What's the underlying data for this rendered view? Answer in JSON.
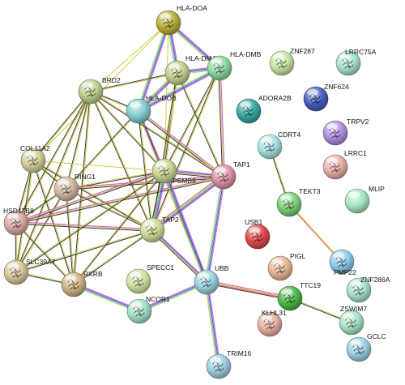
{
  "network": {
    "nodes": [
      {
        "id": "HLA-DOA",
        "label": "HLA-DOA",
        "color": "#b9ad3c",
        "glyph": true
      },
      {
        "id": "HLA-DMA",
        "label": "HLA-DMA",
        "color": "#c3cf8f",
        "glyph": true
      },
      {
        "id": "HLA-DMB",
        "label": "HLA-DMB",
        "color": "#8fd8a2",
        "glyph": true
      },
      {
        "id": "BRD2",
        "label": "BRD2",
        "color": "#b8d08e",
        "glyph": true
      },
      {
        "id": "HLA-DOB",
        "label": "HLA-DOB",
        "color": "#84ccd0",
        "glyph": false
      },
      {
        "id": "COL11A2",
        "label": "COL11A2",
        "color": "#d4cf9a",
        "glyph": true
      },
      {
        "id": "RING1",
        "label": "RING1",
        "color": "#d3b8a4",
        "glyph": true
      },
      {
        "id": "PSMB8",
        "label": "PSMB8",
        "color": "#c8d694",
        "glyph": true
      },
      {
        "id": "TAP1",
        "label": "TAP1",
        "color": "#df93a5",
        "glyph": true
      },
      {
        "id": "HSD17B8",
        "label": "HSD17B8",
        "color": "#dba9a5",
        "glyph": true
      },
      {
        "id": "TAP2",
        "label": "TAP2",
        "color": "#cfdc97",
        "glyph": true
      },
      {
        "id": "SLC39A7",
        "label": "SLC39A7",
        "color": "#d7c79a",
        "glyph": true
      },
      {
        "id": "RXRB",
        "label": "RXRB",
        "color": "#d0b487",
        "glyph": true
      },
      {
        "id": "SPECC1",
        "label": "SPECC1",
        "color": "#cfe4a3",
        "glyph": true
      },
      {
        "id": "UBB",
        "label": "UBB",
        "color": "#9ad3de",
        "glyph": true
      },
      {
        "id": "NCOR1",
        "label": "NCOR1",
        "color": "#a4e0c5",
        "glyph": true
      },
      {
        "id": "TRIM16",
        "label": "TRIM16",
        "color": "#9ecfe0",
        "glyph": true
      },
      {
        "id": "ZNF287",
        "label": "ZNF287",
        "color": "#c5e6a5",
        "glyph": true
      },
      {
        "id": "LRRC75A",
        "label": "LRRC75A",
        "color": "#a7e4c8",
        "glyph": true
      },
      {
        "id": "ZNF624",
        "label": "ZNF624",
        "color": "#4a5fc0",
        "glyph": true
      },
      {
        "id": "ADORA2B",
        "label": "ADORA2B",
        "color": "#38a8a0",
        "glyph": true
      },
      {
        "id": "TRPV2",
        "label": "TRPV2",
        "color": "#b090e0",
        "glyph": true
      },
      {
        "id": "CDRT4",
        "label": "CDRT4",
        "color": "#a8e0e0",
        "glyph": true
      },
      {
        "id": "LRRC1",
        "label": "LRRC1",
        "color": "#e6b0a8",
        "glyph": true
      },
      {
        "id": "TEKT3",
        "label": "TEKT3",
        "color": "#7ed07a",
        "glyph": true
      },
      {
        "id": "MLIP",
        "label": "MLIP",
        "color": "#a6e6c2",
        "glyph": false
      },
      {
        "id": "USB1",
        "label": "USB1",
        "color": "#e0484c",
        "glyph": true
      },
      {
        "id": "PIGL",
        "label": "PIGL",
        "color": "#e6b896",
        "glyph": true
      },
      {
        "id": "PMP22",
        "label": "PMP22",
        "color": "#8ec8ea",
        "glyph": true
      },
      {
        "id": "TTC19",
        "label": "TTC19",
        "color": "#4cb848",
        "glyph": true
      },
      {
        "id": "ZNF286A",
        "label": "ZNF286A",
        "color": "#a8e0cc",
        "glyph": true
      },
      {
        "id": "KLHL31",
        "label": "KLHL31",
        "color": "#e6b0a2",
        "glyph": true
      },
      {
        "id": "ZSWIM7",
        "label": "ZSWIM7",
        "color": "#a8e2c4",
        "glyph": true
      },
      {
        "id": "GCLC",
        "label": "GCLC",
        "color": "#9ed0e4",
        "glyph": true
      }
    ],
    "edges": [
      {
        "source": "HLA-DOA",
        "target": "HLA-DMA",
        "colors": [
          "#d13fd1",
          "#3434d0",
          "#2ab1b1",
          "#c7c736"
        ]
      },
      {
        "source": "HLA-DOA",
        "target": "HLA-DMB",
        "colors": [
          "#d13fd1",
          "#3434d0",
          "#2ab1b1",
          "#c7c736"
        ]
      },
      {
        "source": "HLA-DOA",
        "target": "HLA-DOB",
        "colors": [
          "#d13fd1",
          "#3434d0",
          "#2ab1b1",
          "#c7c736"
        ]
      },
      {
        "source": "HLA-DOA",
        "target": "BRD2",
        "colors": [
          "#c7c736"
        ]
      },
      {
        "source": "HLA-DOA",
        "target": "PSMB8",
        "colors": [
          "#c7c736"
        ]
      },
      {
        "source": "HLA-DOA",
        "target": "COL11A2",
        "colors": [
          "#c7c736"
        ]
      },
      {
        "source": "HLA-DMA",
        "target": "HLA-DMB",
        "colors": [
          "#d13fd1",
          "#3434d0",
          "#2ab1b1",
          "#c7c736"
        ]
      },
      {
        "source": "HLA-DMA",
        "target": "HLA-DOB",
        "colors": [
          "#d13fd1",
          "#3434d0",
          "#2ab1b1",
          "#c7c736"
        ]
      },
      {
        "source": "HLA-DMA",
        "target": "BRD2",
        "colors": [
          "#c7c736",
          "#222222"
        ]
      },
      {
        "source": "HLA-DMA",
        "target": "PSMB8",
        "colors": [
          "#c7c736",
          "#222222"
        ]
      },
      {
        "source": "HLA-DMA",
        "target": "TAP1",
        "colors": [
          "#c7c736",
          "#222222"
        ]
      },
      {
        "source": "HLA-DMA",
        "target": "TAP2",
        "colors": [
          "#c7c736",
          "#222222"
        ]
      },
      {
        "source": "HLA-DMB",
        "target": "HLA-DOB",
        "colors": [
          "#d13fd1",
          "#3434d0",
          "#2ab1b1",
          "#c7c736"
        ]
      },
      {
        "source": "HLA-DMB",
        "target": "PSMB8",
        "colors": [
          "#c7c736",
          "#222222"
        ]
      },
      {
        "source": "HLA-DMB",
        "target": "TAP1",
        "colors": [
          "#d13fd1",
          "#c7c736",
          "#222222"
        ]
      },
      {
        "source": "HLA-DMB",
        "target": "TAP2",
        "colors": [
          "#c7c736",
          "#222222"
        ]
      },
      {
        "source": "HLA-DOB",
        "target": "BRD2",
        "colors": [
          "#c7c736",
          "#222222"
        ]
      },
      {
        "source": "HLA-DOB",
        "target": "PSMB8",
        "colors": [
          "#c7c736",
          "#222222"
        ]
      },
      {
        "source": "HLA-DOB",
        "target": "TAP1",
        "colors": [
          "#d13fd1",
          "#c7c736",
          "#222222"
        ]
      },
      {
        "source": "HLA-DOB",
        "target": "TAP2",
        "colors": [
          "#c7c736",
          "#222222"
        ]
      },
      {
        "source": "HLA-DOB",
        "target": "RING1",
        "colors": [
          "#c7c736",
          "#222222"
        ]
      },
      {
        "source": "HLA-DOB",
        "target": "UBB",
        "colors": [
          "#d13fd1",
          "#3434d0",
          "#c7c736"
        ]
      },
      {
        "source": "BRD2",
        "target": "COL11A2",
        "colors": [
          "#c7c736",
          "#222222"
        ]
      },
      {
        "source": "BRD2",
        "target": "RING1",
        "colors": [
          "#c7c736",
          "#222222"
        ]
      },
      {
        "source": "BRD2",
        "target": "HSD17B8",
        "colors": [
          "#c7c736",
          "#222222"
        ]
      },
      {
        "source": "BRD2",
        "target": "PSMB8",
        "colors": [
          "#c7c736",
          "#222222"
        ]
      },
      {
        "source": "BRD2",
        "target": "TAP1",
        "colors": [
          "#c7c736",
          "#222222"
        ]
      },
      {
        "source": "BRD2",
        "target": "TAP2",
        "colors": [
          "#c7c736",
          "#222222"
        ]
      },
      {
        "source": "BRD2",
        "target": "RXRB",
        "colors": [
          "#c7c736",
          "#222222"
        ]
      },
      {
        "source": "BRD2",
        "target": "SLC39A7",
        "colors": [
          "#c7c736",
          "#222222"
        ]
      },
      {
        "source": "COL11A2",
        "target": "RING1",
        "colors": [
          "#c7c736",
          "#222222"
        ]
      },
      {
        "source": "COL11A2",
        "target": "HSD17B8",
        "colors": [
          "#c7c736",
          "#222222"
        ]
      },
      {
        "source": "COL11A2",
        "target": "SLC39A7",
        "colors": [
          "#c7c736",
          "#222222"
        ]
      },
      {
        "source": "COL11A2",
        "target": "RXRB",
        "colors": [
          "#c7c736",
          "#222222"
        ]
      },
      {
        "source": "COL11A2",
        "target": "PSMB8",
        "colors": [
          "#c7c736"
        ]
      },
      {
        "source": "COL11A2",
        "target": "TAP2",
        "colors": [
          "#c7c736",
          "#222222"
        ]
      },
      {
        "source": "RING1",
        "target": "HSD17B8",
        "colors": [
          "#c7c736",
          "#222222"
        ]
      },
      {
        "source": "RING1",
        "target": "SLC39A7",
        "colors": [
          "#c7c736",
          "#222222"
        ]
      },
      {
        "source": "RING1",
        "target": "RXRB",
        "colors": [
          "#c7c736",
          "#222222"
        ]
      },
      {
        "source": "RING1",
        "target": "PSMB8",
        "colors": [
          "#c7c736",
          "#222222"
        ]
      },
      {
        "source": "RING1",
        "target": "TAP1",
        "colors": [
          "#d13fd1",
          "#c7c736",
          "#222222"
        ]
      },
      {
        "source": "RING1",
        "target": "TAP2",
        "colors": [
          "#c7c736",
          "#222222"
        ]
      },
      {
        "source": "HSD17B8",
        "target": "SLC39A7",
        "colors": [
          "#c7c736",
          "#222222"
        ]
      },
      {
        "source": "HSD17B8",
        "target": "RXRB",
        "colors": [
          "#c7c736",
          "#222222"
        ]
      },
      {
        "source": "HSD17B8",
        "target": "PSMB8",
        "colors": [
          "#d13fd1",
          "#c7c736",
          "#222222"
        ]
      },
      {
        "source": "HSD17B8",
        "target": "TAP1",
        "colors": [
          "#d13fd1",
          "#c7c736",
          "#222222"
        ]
      },
      {
        "source": "HSD17B8",
        "target": "TAP2",
        "colors": [
          "#d13fd1",
          "#c7c736",
          "#222222"
        ]
      },
      {
        "source": "SLC39A7",
        "target": "RXRB",
        "colors": [
          "#c7c736",
          "#222222"
        ]
      },
      {
        "source": "SLC39A7",
        "target": "PSMB8",
        "colors": [
          "#c7c736",
          "#222222"
        ]
      },
      {
        "source": "SLC39A7",
        "target": "TAP2",
        "colors": [
          "#c7c736",
          "#222222"
        ]
      },
      {
        "source": "RXRB",
        "target": "TAP2",
        "colors": [
          "#c7c736",
          "#222222"
        ]
      },
      {
        "source": "RXRB",
        "target": "NCOR1",
        "colors": [
          "#d13fd1",
          "#3434d0",
          "#2ab1b1",
          "#c7c736"
        ]
      },
      {
        "source": "RXRB",
        "target": "PSMB8",
        "colors": [
          "#c7c736",
          "#222222"
        ]
      },
      {
        "source": "PSMB8",
        "target": "TAP1",
        "colors": [
          "#d13fd1",
          "#3434d0",
          "#c7c736",
          "#222222"
        ]
      },
      {
        "source": "PSMB8",
        "target": "TAP2",
        "colors": [
          "#d13fd1",
          "#3434d0",
          "#2ab1b1",
          "#c7c736",
          "#222222"
        ]
      },
      {
        "source": "PSMB8",
        "target": "UBB",
        "colors": [
          "#d13fd1",
          "#3434d0",
          "#2ab1b1",
          "#c7c736"
        ]
      },
      {
        "source": "TAP1",
        "target": "TAP2",
        "colors": [
          "#d13fd1",
          "#3434d0",
          "#2ab1b1",
          "#c7c736",
          "#e0443c"
        ]
      },
      {
        "source": "TAP1",
        "target": "UBB",
        "colors": [
          "#d13fd1",
          "#3434d0",
          "#2ab1b1",
          "#c7c736"
        ]
      },
      {
        "source": "TAP2",
        "target": "UBB",
        "colors": [
          "#d13fd1",
          "#3434d0",
          "#c7c736",
          "#222222"
        ]
      },
      {
        "source": "NCOR1",
        "target": "UBB",
        "colors": [
          "#d13fd1",
          "#3434d0",
          "#2ab1b1",
          "#c7c736"
        ]
      },
      {
        "source": "UBB",
        "target": "TRIM16",
        "colors": [
          "#d13fd1",
          "#3434d0",
          "#2ab1b1",
          "#c7c736"
        ]
      },
      {
        "source": "UBB",
        "target": "TTC19",
        "colors": [
          "#d13fd1",
          "#c7c736",
          "#e0443c",
          "#222222"
        ]
      },
      {
        "source": "CDRT4",
        "target": "TEKT3",
        "colors": [
          "#c7c736",
          "#222222"
        ]
      },
      {
        "source": "TEKT3",
        "target": "PMP22",
        "colors": [
          "#c7c736",
          "#e0443c"
        ]
      },
      {
        "source": "TTC19",
        "target": "ZSWIM7",
        "colors": [
          "#c7c736",
          "#222222"
        ]
      }
    ]
  }
}
